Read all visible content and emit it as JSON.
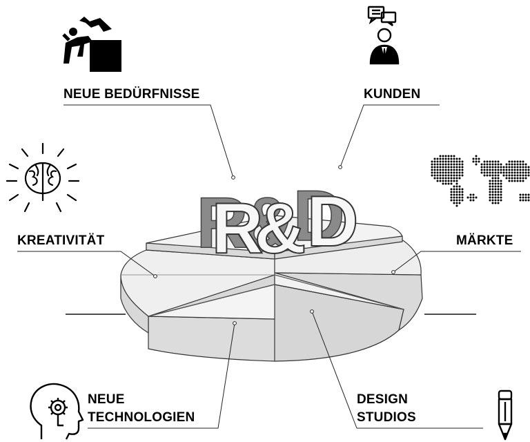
{
  "center": {
    "letters": [
      "R",
      "&",
      "D"
    ]
  },
  "labels": {
    "needs": "NEUE BEDÜRFNISSE",
    "customers": "KUNDEN",
    "creativity": "KREATIVITÄT",
    "markets": "MÄRKTE",
    "technologies": [
      "NEUE",
      "TECHNOLOGIEN"
    ],
    "design": [
      "DESIGN",
      "STUDIOS"
    ]
  },
  "icons": {
    "needs": "climbing-person-icon",
    "customers": "customer-chat-icon",
    "creativity": "brain-icon",
    "markets": "world-map-icon",
    "technologies": "head-gear-icon",
    "design": "pencil-icon"
  }
}
